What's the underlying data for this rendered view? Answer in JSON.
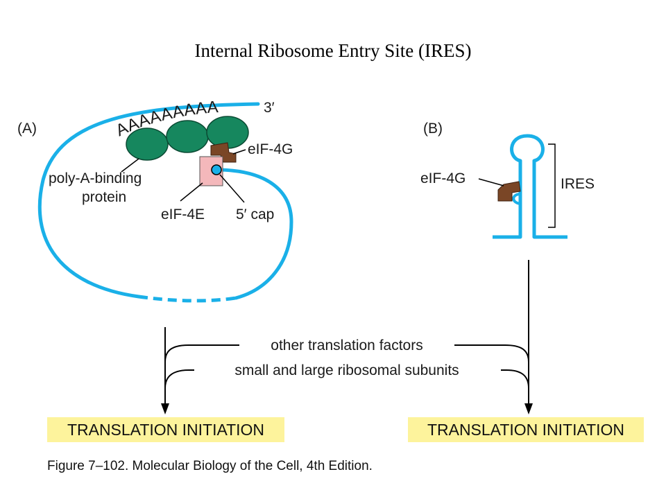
{
  "title": "Internal Ribosome Entry Site (IRES)",
  "panel_a": {
    "label": "(A)",
    "poly_a": "AAAAAAAAA",
    "three_prime": "3′",
    "eif4g": "eIF-4G",
    "pabp_line1": "poly-A-binding",
    "pabp_line2": "protein",
    "eif4e": "eIF-4E",
    "cap": "5′ cap"
  },
  "panel_b": {
    "label": "(B)",
    "eif4g": "eIF-4G",
    "ires": "IRES"
  },
  "factors": {
    "other": "other translation factors",
    "ribosome": "small and large ribosomal subunits"
  },
  "outcome": {
    "left": "TRANSLATION INITIATION",
    "right": "TRANSLATION INITIATION"
  },
  "caption": "Figure 7–102. Molecular Biology of the Cell, 4th Edition.",
  "colors": {
    "mrna": "#1ab0e8",
    "pabp": "#16875e",
    "eif4g": "#7a4626",
    "eif4e": "#f4b8bb",
    "highlight": "#fdf39c"
  }
}
